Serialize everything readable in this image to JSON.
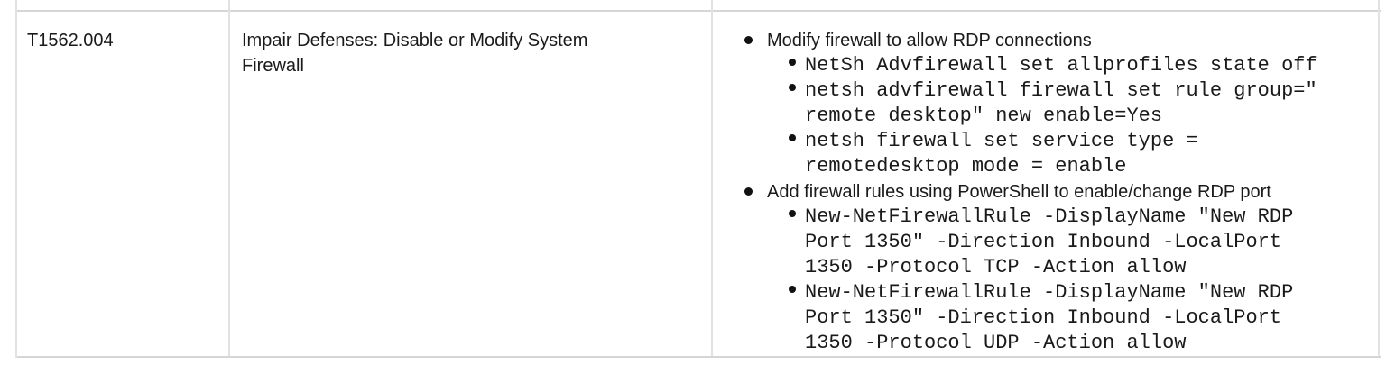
{
  "theme": {
    "border_horizontal": "#d6d6d6",
    "border_vertical": "#e2e2e2",
    "text": "#1a1a1a",
    "bullet": "#111111",
    "background": "#ffffff"
  },
  "row": {
    "id": "T1562.004",
    "name_lines": [
      "Impair Defenses: Disable or Modify System",
      "Firewall"
    ],
    "procedures": [
      {
        "label": "Modify firewall to allow RDP connections",
        "commands": [
          {
            "lines": [
              "NetSh Advfirewall set allprofiles state off"
            ]
          },
          {
            "lines": [
              "netsh advfirewall firewall set rule group=\"",
              "remote desktop\" new enable=Yes"
            ]
          },
          {
            "lines": [
              "netsh firewall set service type =",
              "remotedesktop mode = enable"
            ]
          }
        ]
      },
      {
        "label": "Add firewall rules using PowerShell to enable/change RDP port",
        "commands": [
          {
            "lines": [
              "New-NetFirewallRule -DisplayName \"New RDP",
              "Port 1350\" -Direction Inbound -LocalPort",
              "1350 -Protocol TCP -Action allow"
            ]
          },
          {
            "lines": [
              "New-NetFirewallRule -DisplayName \"New RDP",
              "Port 1350\" -Direction Inbound -LocalPort",
              "1350 -Protocol UDP -Action allow"
            ]
          }
        ]
      }
    ]
  }
}
